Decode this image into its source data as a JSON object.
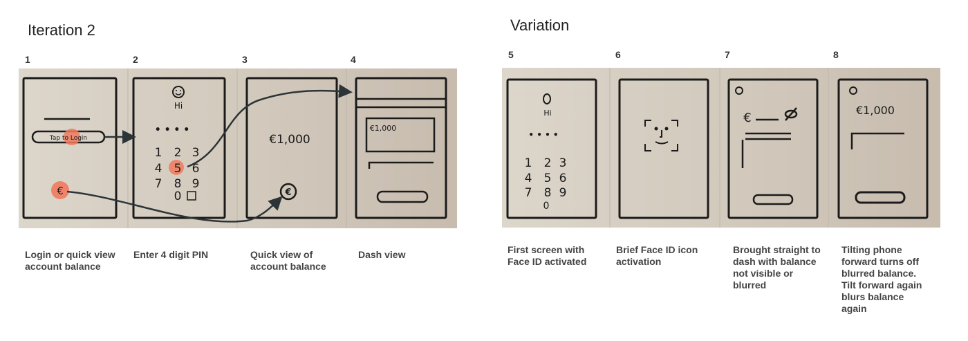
{
  "sections": {
    "iteration": {
      "title": "Iteration 2"
    },
    "variation": {
      "title": "Variation"
    }
  },
  "steps": [
    {
      "num": "1",
      "caption": "Login or quick view\naccount balance"
    },
    {
      "num": "2",
      "caption": "Enter 4 digit PIN"
    },
    {
      "num": "3",
      "caption": "Quick view of\naccount balance"
    },
    {
      "num": "4",
      "caption": "Dash view"
    },
    {
      "num": "5",
      "caption": "First screen with\nFace ID activated"
    },
    {
      "num": "6",
      "caption": "Brief Face ID icon\nactivation"
    },
    {
      "num": "7",
      "caption": "Brought straight to\ndash with balance\nnot visible or\nblurred"
    },
    {
      "num": "8",
      "caption": "Tilting phone\nforward turns off\nblurred balance.\nTilt forward again\nblurs balance\nagain"
    }
  ],
  "sketch": {
    "tap_button": "Tap to Login",
    "greeting": "Hi",
    "pin_dots": "• • • •",
    "keypad": [
      "1",
      "2",
      "3",
      "4",
      "5",
      "6",
      "7",
      "8",
      "9",
      "0"
    ],
    "balance": "€1,000",
    "currency_symbol": "€"
  },
  "colors": {
    "highlight": "#f07a5f",
    "ink": "#1b1b1b",
    "arrow": "#2c3438"
  }
}
